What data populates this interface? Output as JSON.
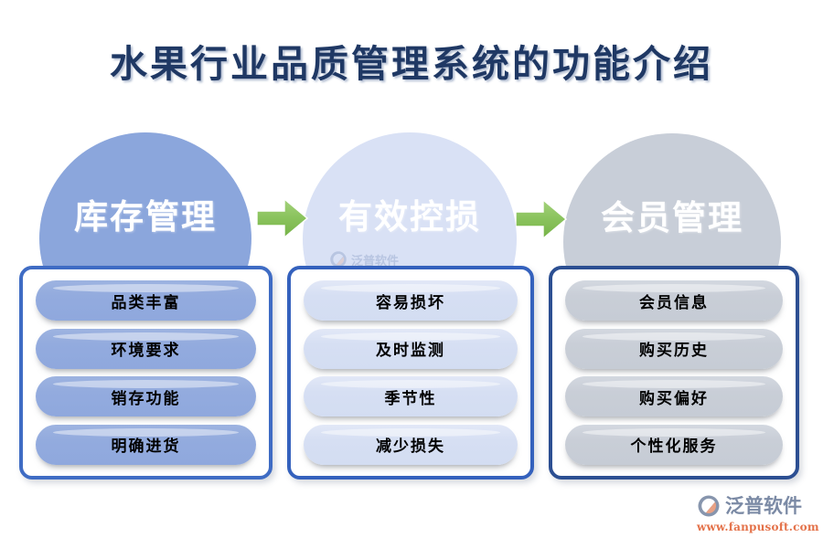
{
  "page": {
    "title": "水果行业品质管理系统的功能介绍",
    "title_color": "#1f3864",
    "background_color": "#ffffff",
    "arrow_color": "#84c055"
  },
  "columns": [
    {
      "circle_label": "库存管理",
      "circle_color": "#8ba6dc",
      "pill_color": "#8fa8dd",
      "border_color": "#3f6cc4",
      "items": [
        "品类丰富",
        "环境要求",
        "销存功能",
        "明确进货"
      ]
    },
    {
      "circle_label": "有效控损",
      "circle_color": "#d9e1f5",
      "pill_color": "#d3ddf2",
      "border_color": "#3461bd",
      "items": [
        "容易损坏",
        "及时监测",
        "季节性",
        "减少损失"
      ]
    },
    {
      "circle_label": "会员管理",
      "circle_color": "#c8ced8",
      "pill_color": "#c6ccd5",
      "border_color": "#2c4f92",
      "items": [
        "会员信息",
        "购买历史",
        "购买偏好",
        "个性化服务"
      ]
    }
  ],
  "arrows": [
    {
      "name": "arrow-1",
      "direction": "right"
    },
    {
      "name": "arrow-2",
      "direction": "right"
    }
  ],
  "watermark": {
    "center_text": "泛普软件"
  },
  "brand": {
    "name": "泛普软件",
    "url": "www.fanpusoft.com",
    "name_color": "#7b8aa5",
    "url_color": "#e4724a"
  }
}
